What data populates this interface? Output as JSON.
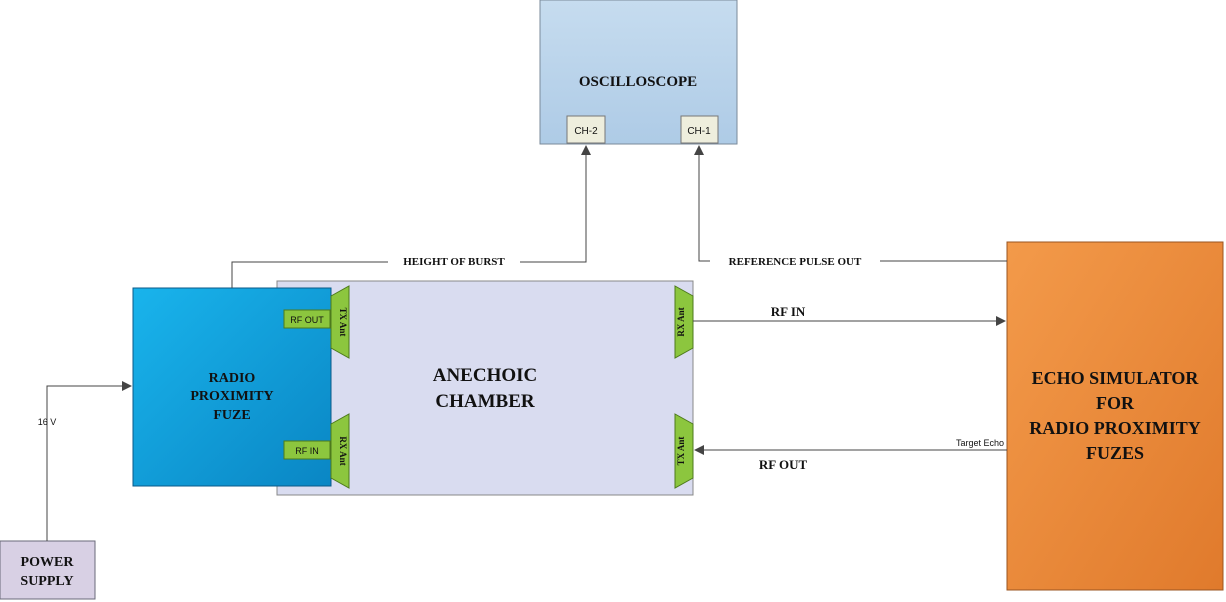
{
  "blocks": {
    "oscilloscope": "OSCILLOSCOPE",
    "ch2": "CH-2",
    "ch1": "CH-1",
    "fuze_line1": "RADIO",
    "fuze_line2": "PROXIMITY",
    "fuze_line3": "FUZE",
    "chamber_line1": "ANECHOIC",
    "chamber_line2": "CHAMBER",
    "echo_line1": "ECHO SIMULATOR",
    "echo_line2": "FOR",
    "echo_line3": "RADIO PROXIMITY",
    "echo_line4": "FUZES",
    "power_line1": "POWER",
    "power_line2": "SUPPLY"
  },
  "ports": {
    "fuze_rf_out": "RF OUT",
    "fuze_rf_in": "RF IN"
  },
  "antennas": {
    "tx_left": "TX Ant",
    "rx_left": "RX Ant",
    "rx_right": "RX Ant",
    "tx_right": "TX Ant"
  },
  "signals": {
    "height_of_burst": "HEIGHT OF BURST",
    "reference_pulse_out": "REFERENCE PULSE OUT",
    "rf_in": "RF IN",
    "rf_out": "RF OUT",
    "target_echo": "Target Echo",
    "voltage": "16 V"
  },
  "colors": {
    "oscilloscope_fill": "#bcd4ea",
    "fuze_fill": "#0aa2dc",
    "chamber_fill": "#d9dcf0",
    "echo_fill": "#ee8a3c",
    "antenna_fill": "#8cc63e",
    "power_fill": "#d8d0e4"
  }
}
